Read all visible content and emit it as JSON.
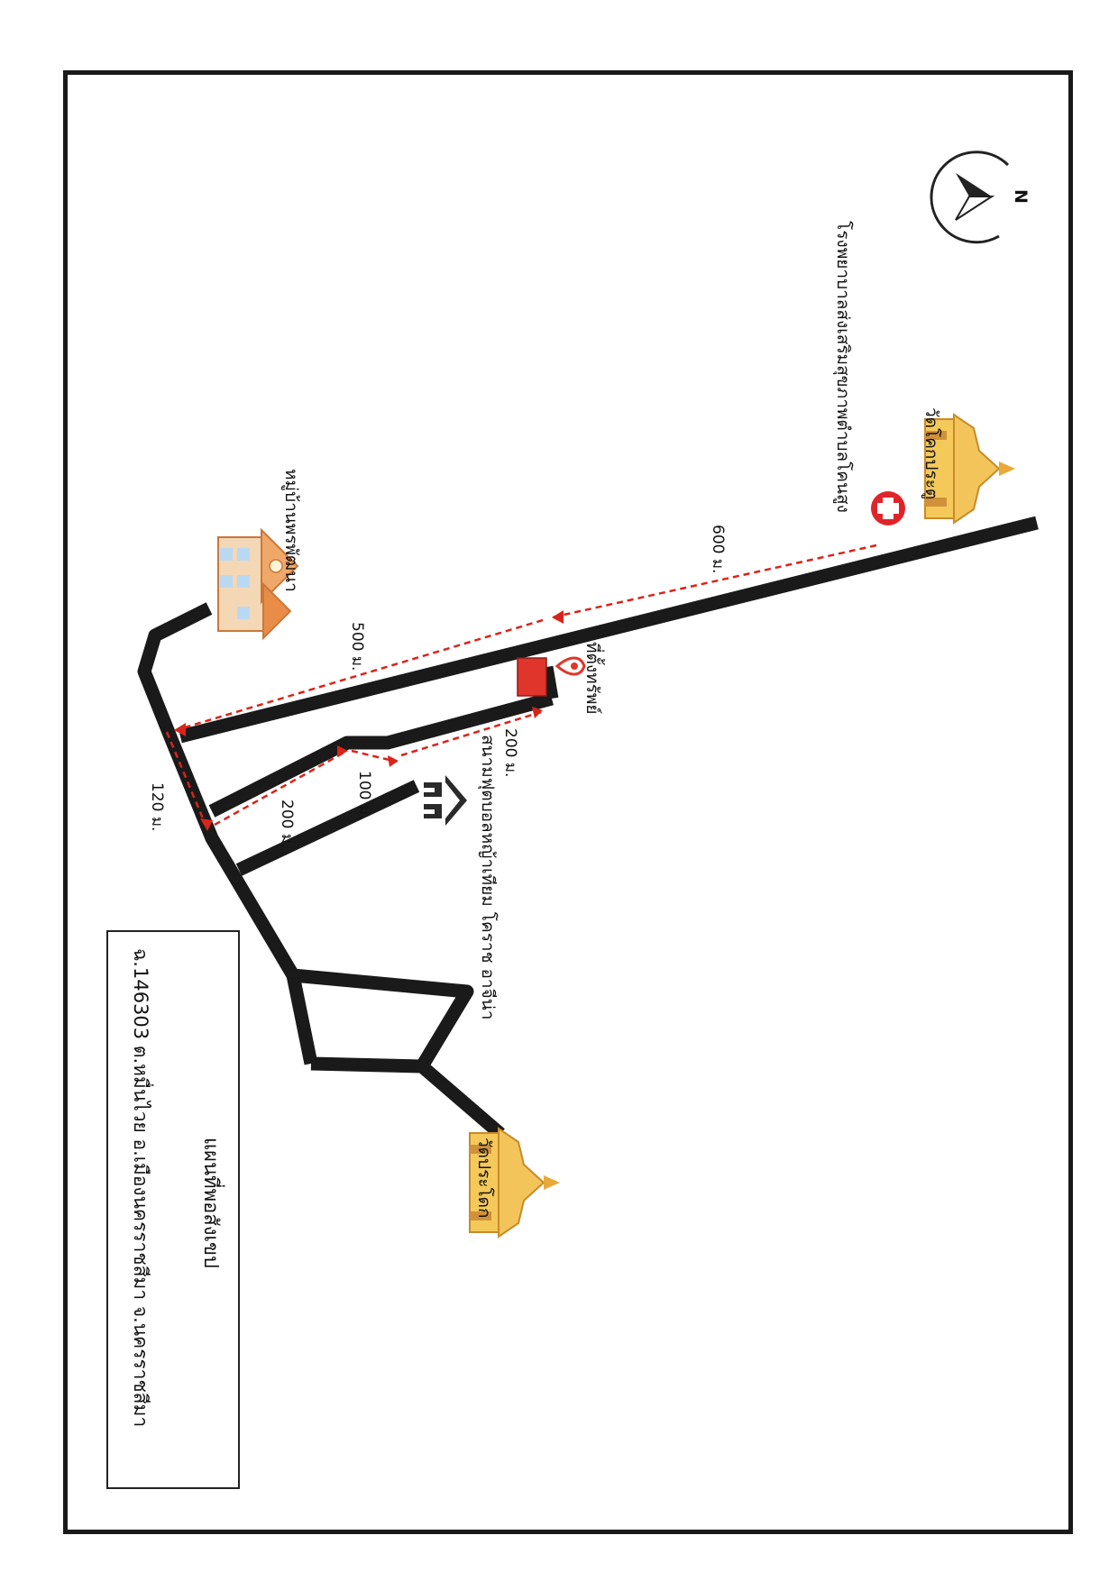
{
  "map": {
    "title": "แผนที่พอสังเขป",
    "location": "ฉ.146303 ต.หมื่นไวย อ.เมืองนครราชสีมา จ.นครราชสีมา",
    "landmarks": {
      "hospital": "โรงพยาบาลส่งเสริมสุขภาพตำบลโคนสูง",
      "temple_top": "วัดโคกประตู",
      "temple_bottom": "วัดประโดก",
      "village": "หมู่บ้านพรพัฒนา",
      "site": "ที่ตั้งทรัพย์",
      "stadium": "สนามฟุตบอลหญ้าเทียม โคราช อาจีน่า"
    },
    "distances": {
      "d600": "600 ม.",
      "d500": "500 ม.",
      "d120": "120 ม.",
      "d200a": "200 ม.",
      "d100": "100 ม.",
      "d200b": "200 ม."
    },
    "compass_letter": "N",
    "icons": [
      "compass-icon",
      "hospital-cross-icon",
      "temple-icon",
      "house-icon",
      "location-pin-icon",
      "stadium-icon"
    ],
    "colors": {
      "road": "#1a1a1a",
      "route": "#d9241b",
      "site_marker": "#e0352b",
      "hospital": "#e0252a",
      "temple": "#f2c45a",
      "house": "#f0a86a"
    }
  }
}
